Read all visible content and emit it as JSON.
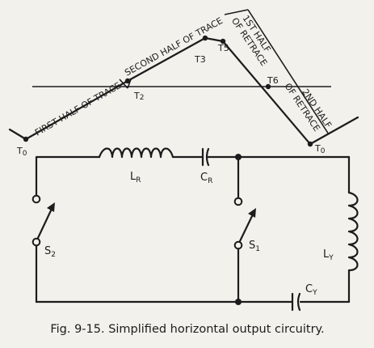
{
  "waveform": {
    "segments": {
      "first_half_trace": "FIRST HALF OF TRACE",
      "second_half_trace": "SECOND HALF OF TRACE",
      "first_half_retrace": "1ST HALF OF RETRACE",
      "second_half_retrace": "2ND HALF OF RETRACE"
    },
    "points": {
      "t0_left": "T",
      "t0_left_sub": "0",
      "t2": "T",
      "t2_sub": "2",
      "t3": "T3",
      "t5": "T5",
      "t6": "T6",
      "t0_right": "T",
      "t0_right_sub": "0"
    }
  },
  "circuit": {
    "lr": "L",
    "lr_sub": "R",
    "cr": "C",
    "cr_sub": "R",
    "s2": "S",
    "s2_sub": "2",
    "s1": "S",
    "s1_sub": "1",
    "ly": "L",
    "ly_sub": "Y",
    "cy": "C",
    "cy_sub": "Y"
  },
  "caption": "Fig. 9-15. Simplified horizontal output circuitry."
}
